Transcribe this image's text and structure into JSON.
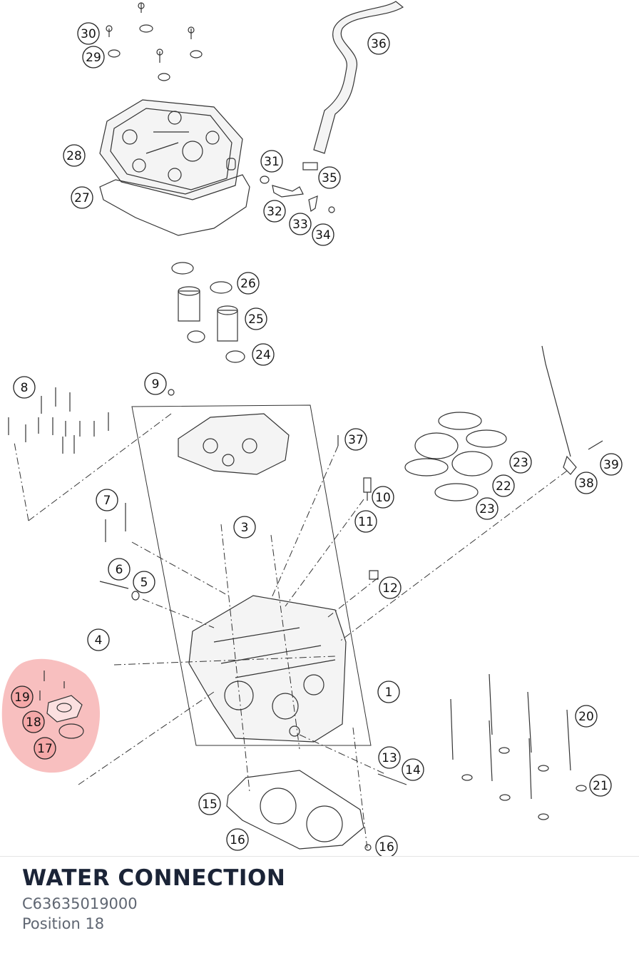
{
  "part": {
    "name": "WATER CONNECTION",
    "number": "C63635019000",
    "position_text": "Position 18"
  },
  "highlight_color": "#f28b8b",
  "callouts": [
    {
      "id": "c1",
      "label": "1"
    },
    {
      "id": "c3",
      "label": "3"
    },
    {
      "id": "c4",
      "label": "4"
    },
    {
      "id": "c5",
      "label": "5"
    },
    {
      "id": "c6",
      "label": "6"
    },
    {
      "id": "c7",
      "label": "7"
    },
    {
      "id": "c8",
      "label": "8"
    },
    {
      "id": "c9",
      "label": "9"
    },
    {
      "id": "c10",
      "label": "10"
    },
    {
      "id": "c11",
      "label": "11"
    },
    {
      "id": "c12",
      "label": "12"
    },
    {
      "id": "c13",
      "label": "13"
    },
    {
      "id": "c14",
      "label": "14"
    },
    {
      "id": "c15",
      "label": "15"
    },
    {
      "id": "c16a",
      "label": "16"
    },
    {
      "id": "c16b",
      "label": "16"
    },
    {
      "id": "c17",
      "label": "17"
    },
    {
      "id": "c18",
      "label": "18"
    },
    {
      "id": "c19",
      "label": "19"
    },
    {
      "id": "c20",
      "label": "20"
    },
    {
      "id": "c21",
      "label": "21"
    },
    {
      "id": "c22",
      "label": "22"
    },
    {
      "id": "c23a",
      "label": "23"
    },
    {
      "id": "c23b",
      "label": "23"
    },
    {
      "id": "c24",
      "label": "24"
    },
    {
      "id": "c25",
      "label": "25"
    },
    {
      "id": "c26",
      "label": "26"
    },
    {
      "id": "c27",
      "label": "27"
    },
    {
      "id": "c28",
      "label": "28"
    },
    {
      "id": "c29",
      "label": "29"
    },
    {
      "id": "c30",
      "label": "30"
    },
    {
      "id": "c31",
      "label": "31"
    },
    {
      "id": "c32",
      "label": "32"
    },
    {
      "id": "c33",
      "label": "33"
    },
    {
      "id": "c34",
      "label": "34"
    },
    {
      "id": "c35",
      "label": "35"
    },
    {
      "id": "c36",
      "label": "36"
    },
    {
      "id": "c37",
      "label": "37"
    },
    {
      "id": "c38",
      "label": "38"
    },
    {
      "id": "c39",
      "label": "39"
    }
  ]
}
